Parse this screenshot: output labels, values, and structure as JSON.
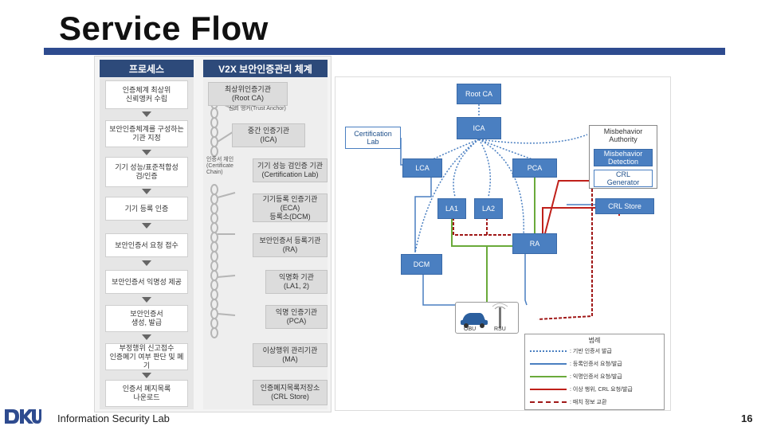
{
  "slide": {
    "title": "Service Flow",
    "footer_text": "Information Security Lab",
    "page_number": "16",
    "logo_text": "DKU"
  },
  "left_panel": {
    "process_header": "프로세스",
    "system_header": "V2X 보안인증관리 체계",
    "steps": [
      "인증체계 최상위\n신뢰앵커 수립",
      "보안인증체계를 구성하는\n기관 지정",
      "기기 성능/표준적합성\n검/인증",
      "기기 등록 인증",
      "보안인증서 요청 접수",
      "보안인증서 익명성 제공",
      "보안인증서\n생성, 발급",
      "부정행위 신고접수\n인증폐기 여부 판단 및 폐기",
      "인증서 폐지목록\n나운로드"
    ],
    "system_boxes": [
      "최상위인증기관\n(Root CA)",
      "중간 인증기관\n(ICA)",
      "기기 성능 검인증 기관\n(Certification Lab)",
      "기기등록 인증기관\n(ECA)\n등록소(DCM)",
      "보안인증서 등록기관\n(RA)",
      "익명화 기관\n(LA1, 2)",
      "익명 인증기관\n(PCA)",
      "이상행위 관리기관\n(MA)",
      "인증폐지목록저장소\n(CRL Store)"
    ],
    "notes": {
      "trust_anchor": "신뢰 앵커(Trust Anchor)",
      "chain": "인증서 체인\n(Certificate\nChain)"
    }
  },
  "diagram": {
    "nodes": {
      "root_ca": "Root CA",
      "ica": "ICA",
      "cert_lab": "Certification\nLab",
      "lca": "LCA",
      "pca": "PCA",
      "la1": "LA1",
      "la2": "LA2",
      "ra": "RA",
      "dcm": "DCM",
      "ma_title": "Misbehavior\nAuthority",
      "mbd": "Misbehavior\nDetection",
      "crl_gen": "CRL\nGenerator",
      "crl_store": "CRL Store",
      "obu": "OBU",
      "rsu": "RSU"
    },
    "legend": {
      "title": "범례",
      "items": [
        {
          "text": ": 기반 인증서 발급",
          "color": "#4a7fc1",
          "style": "dotted"
        },
        {
          "text": ": 등록인증서 요청/발급",
          "color": "#4a7fc1",
          "style": "solid"
        },
        {
          "text": ": 익명인증서 요청/발급",
          "color": "#6aaa3a",
          "style": "solid"
        },
        {
          "text": ": 이상 행위, CRL 요청/발급",
          "color": "#c0201a",
          "style": "solid"
        },
        {
          "text": ": 매치 정보 교환",
          "color": "#a01818",
          "style": "dashed"
        }
      ]
    },
    "colors": {
      "node_blue": "#4a7fc1",
      "enroll_blue": "#4a7fc1",
      "pseudonym_green": "#6aaa3a",
      "misbehavior_red": "#c0201a",
      "link_dark_red": "#a01818"
    }
  }
}
